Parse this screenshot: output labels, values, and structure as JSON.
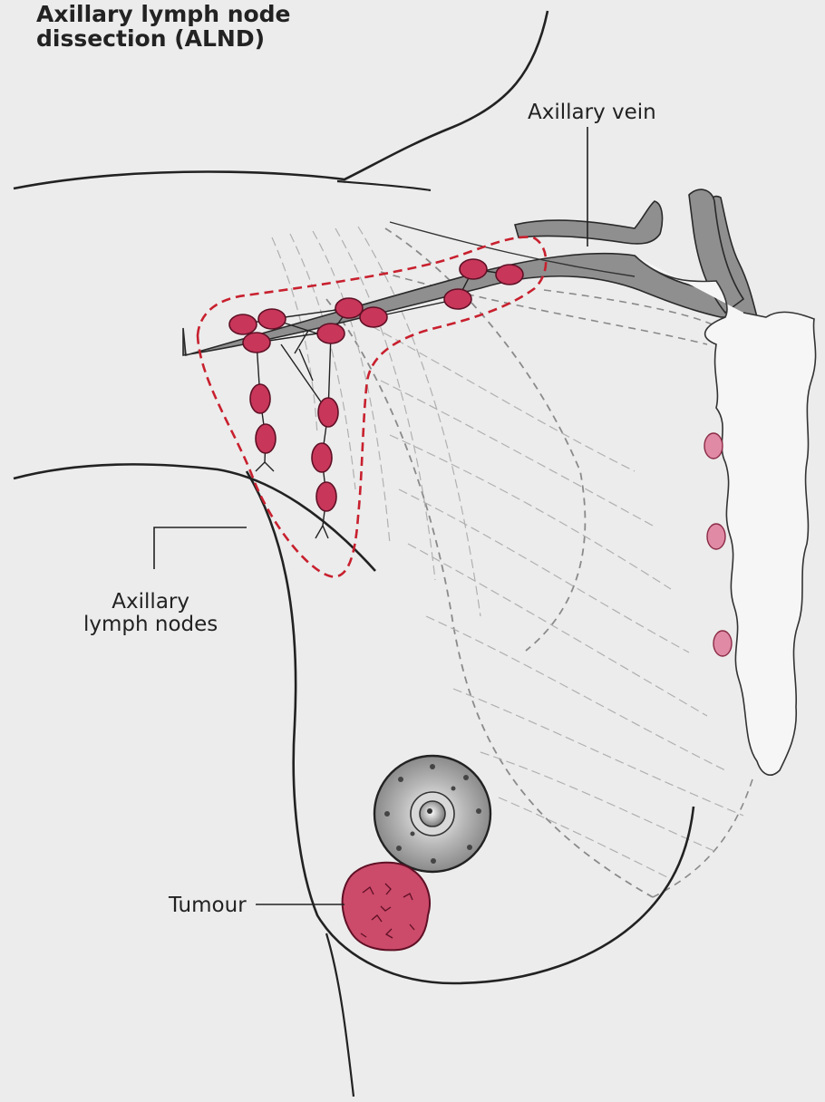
{
  "title": "Axillary lymph node\ndissection (ALND)",
  "labels": {
    "axillary_vein": "Axillary vein",
    "axillary_lymph_nodes": "Axillary\nlymph nodes",
    "tumour": "Tumour"
  },
  "colors": {
    "background": "#ececec",
    "outline": "#222222",
    "lymph_node": "#c8365a",
    "lymph_node_light": "#e08aa6",
    "vein": "#8f8f8f",
    "tumour": "#cc4a6a",
    "dissection_boundary": "#c8202e",
    "muscle_lines": "#b0b0b0"
  }
}
